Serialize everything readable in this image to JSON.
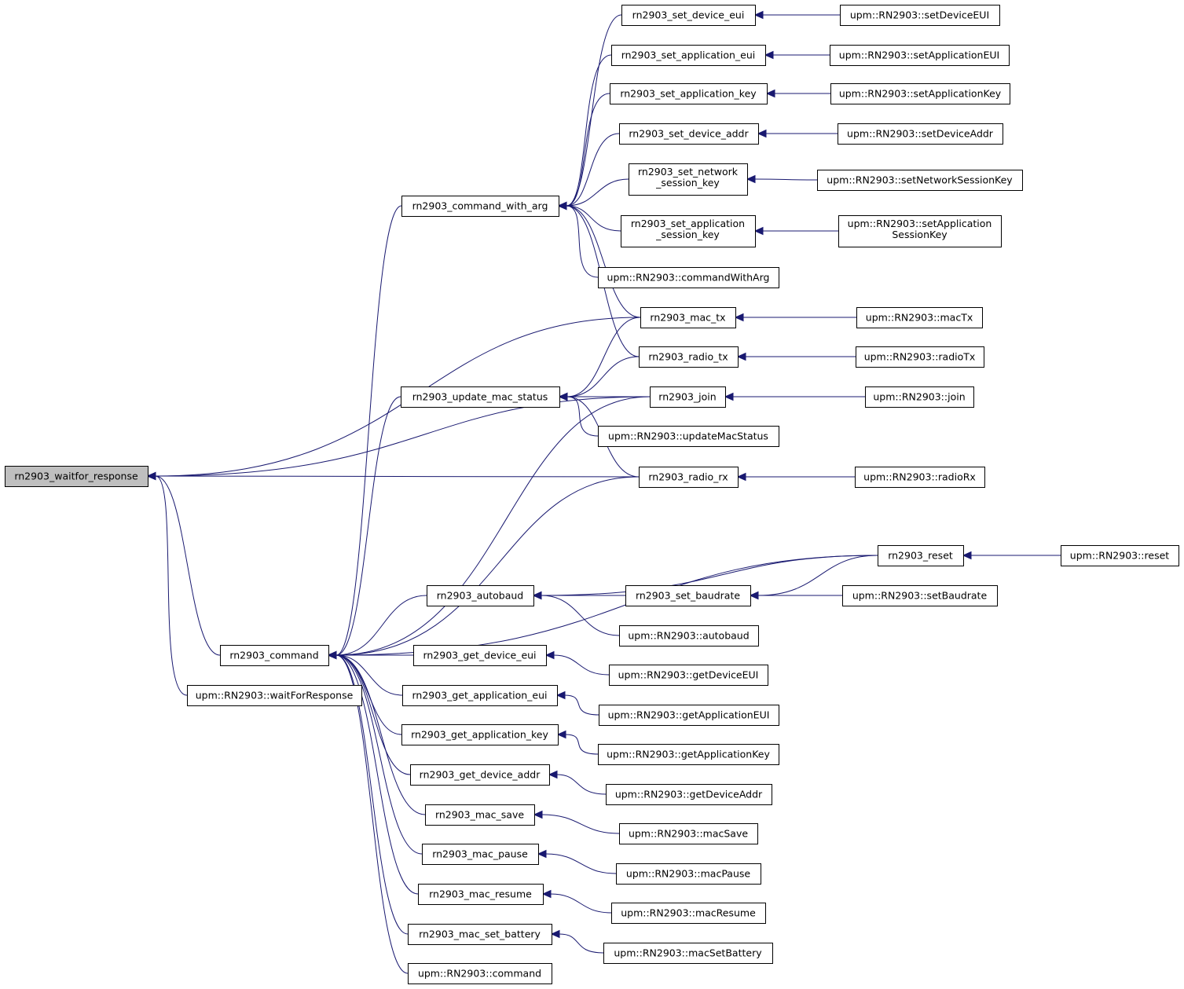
{
  "colors": {
    "edge": "#191970",
    "node_fill": "#ffffff",
    "root_fill": "#bfbfbf",
    "border": "#000000"
  },
  "nodes": {
    "waitfor_response": {
      "label": "rn2903_waitfor_response",
      "root": true
    },
    "command": {
      "label": "rn2903_command"
    },
    "upm_waitForResponse": {
      "label": "upm::RN2903::waitForResponse"
    },
    "command_with_arg": {
      "label": "rn2903_command_with_arg"
    },
    "update_mac_status": {
      "label": "rn2903_update_mac_status"
    },
    "autobaud": {
      "label": "rn2903_autobaud"
    },
    "set_device_eui": {
      "label": "rn2903_set_device_eui"
    },
    "set_application_eui": {
      "label": "rn2903_set_application_eui"
    },
    "set_application_key": {
      "label": "rn2903_set_application_key"
    },
    "set_device_addr": {
      "label": "rn2903_set_device_addr"
    },
    "set_network_session_key": {
      "label": "rn2903_set_network",
      "label2": "_session_key"
    },
    "set_application_session_key": {
      "label": "rn2903_set_application",
      "label2": "_session_key"
    },
    "upm_commandWithArg": {
      "label": "upm::RN2903::commandWithArg"
    },
    "mac_tx": {
      "label": "rn2903_mac_tx"
    },
    "radio_tx": {
      "label": "rn2903_radio_tx"
    },
    "join": {
      "label": "rn2903_join"
    },
    "upm_updateMacStatus": {
      "label": "upm::RN2903::updateMacStatus"
    },
    "radio_rx": {
      "label": "rn2903_radio_rx"
    },
    "set_baudrate": {
      "label": "rn2903_set_baudrate"
    },
    "upm_autobaud": {
      "label": "upm::RN2903::autobaud"
    },
    "get_device_eui": {
      "label": "rn2903_get_device_eui"
    },
    "get_application_eui": {
      "label": "rn2903_get_application_eui"
    },
    "get_application_key": {
      "label": "rn2903_get_application_key"
    },
    "get_device_addr": {
      "label": "rn2903_get_device_addr"
    },
    "mac_save": {
      "label": "rn2903_mac_save"
    },
    "mac_pause": {
      "label": "rn2903_mac_pause"
    },
    "mac_resume": {
      "label": "rn2903_mac_resume"
    },
    "mac_set_battery": {
      "label": "rn2903_mac_set_battery"
    },
    "upm_command": {
      "label": "upm::RN2903::command"
    },
    "reset": {
      "label": "rn2903_reset"
    },
    "upm_setDeviceEUI": {
      "label": "upm::RN2903::setDeviceEUI"
    },
    "upm_setApplicationEUI": {
      "label": "upm::RN2903::setApplicationEUI"
    },
    "upm_setApplicationKey": {
      "label": "upm::RN2903::setApplicationKey"
    },
    "upm_setDeviceAddr": {
      "label": "upm::RN2903::setDeviceAddr"
    },
    "upm_setNetworkSessionKey": {
      "label": "upm::RN2903::setNetworkSessionKey"
    },
    "upm_setApplicationSessionKey": {
      "label": "upm::RN2903::setApplication",
      "label2": "SessionKey"
    },
    "upm_macTx": {
      "label": "upm::RN2903::macTx"
    },
    "upm_radioTx": {
      "label": "upm::RN2903::radioTx"
    },
    "upm_join": {
      "label": "upm::RN2903::join"
    },
    "upm_radioRx": {
      "label": "upm::RN2903::radioRx"
    },
    "upm_reset": {
      "label": "upm::RN2903::reset"
    },
    "upm_setBaudrate": {
      "label": "upm::RN2903::setBaudrate"
    },
    "upm_getDeviceEUI": {
      "label": "upm::RN2903::getDeviceEUI"
    },
    "upm_getApplicationEUI": {
      "label": "upm::RN2903::getApplicationEUI"
    },
    "upm_getApplicationKey": {
      "label": "upm::RN2903::getApplicationKey"
    },
    "upm_getDeviceAddr": {
      "label": "upm::RN2903::getDeviceAddr"
    },
    "upm_macSave": {
      "label": "upm::RN2903::macSave"
    },
    "upm_macPause": {
      "label": "upm::RN2903::macPause"
    },
    "upm_macResume": {
      "label": "upm::RN2903::macResume"
    },
    "upm_macSetBattery": {
      "label": "upm::RN2903::macSetBattery"
    }
  },
  "edges": [
    [
      "command",
      "waitfor_response"
    ],
    [
      "upm_waitForResponse",
      "waitfor_response"
    ],
    [
      "mac_tx",
      "waitfor_response"
    ],
    [
      "join",
      "waitfor_response"
    ],
    [
      "radio_rx",
      "waitfor_response"
    ],
    [
      "command_with_arg",
      "command"
    ],
    [
      "update_mac_status",
      "command"
    ],
    [
      "autobaud",
      "command"
    ],
    [
      "get_device_eui",
      "command"
    ],
    [
      "get_application_eui",
      "command"
    ],
    [
      "get_application_key",
      "command"
    ],
    [
      "get_device_addr",
      "command"
    ],
    [
      "mac_save",
      "command"
    ],
    [
      "mac_pause",
      "command"
    ],
    [
      "mac_resume",
      "command"
    ],
    [
      "mac_set_battery",
      "command"
    ],
    [
      "upm_command",
      "command"
    ],
    [
      "join",
      "command"
    ],
    [
      "radio_rx",
      "command"
    ],
    [
      "reset",
      "command"
    ],
    [
      "set_device_eui",
      "command_with_arg"
    ],
    [
      "set_application_eui",
      "command_with_arg"
    ],
    [
      "set_application_key",
      "command_with_arg"
    ],
    [
      "set_device_addr",
      "command_with_arg"
    ],
    [
      "set_network_session_key",
      "command_with_arg"
    ],
    [
      "set_application_session_key",
      "command_with_arg"
    ],
    [
      "upm_commandWithArg",
      "command_with_arg"
    ],
    [
      "mac_tx",
      "command_with_arg"
    ],
    [
      "radio_tx",
      "command_with_arg"
    ],
    [
      "mac_tx",
      "update_mac_status"
    ],
    [
      "radio_tx",
      "update_mac_status"
    ],
    [
      "join",
      "update_mac_status"
    ],
    [
      "upm_updateMacStatus",
      "update_mac_status"
    ],
    [
      "radio_rx",
      "update_mac_status"
    ],
    [
      "reset",
      "autobaud"
    ],
    [
      "set_baudrate",
      "autobaud"
    ],
    [
      "upm_autobaud",
      "autobaud"
    ],
    [
      "reset",
      "set_baudrate"
    ],
    [
      "upm_setDeviceEUI",
      "set_device_eui"
    ],
    [
      "upm_setApplicationEUI",
      "set_application_eui"
    ],
    [
      "upm_setApplicationKey",
      "set_application_key"
    ],
    [
      "upm_setDeviceAddr",
      "set_device_addr"
    ],
    [
      "upm_setNetworkSessionKey",
      "set_network_session_key"
    ],
    [
      "upm_setApplicationSessionKey",
      "set_application_session_key"
    ],
    [
      "upm_macTx",
      "mac_tx"
    ],
    [
      "upm_radioTx",
      "radio_tx"
    ],
    [
      "upm_join",
      "join"
    ],
    [
      "upm_radioRx",
      "radio_rx"
    ],
    [
      "upm_reset",
      "reset"
    ],
    [
      "upm_setBaudrate",
      "set_baudrate"
    ],
    [
      "upm_getDeviceEUI",
      "get_device_eui"
    ],
    [
      "upm_getApplicationEUI",
      "get_application_eui"
    ],
    [
      "upm_getApplicationKey",
      "get_application_key"
    ],
    [
      "upm_getDeviceAddr",
      "get_device_addr"
    ],
    [
      "upm_macSave",
      "mac_save"
    ],
    [
      "upm_macPause",
      "mac_pause"
    ],
    [
      "upm_macResume",
      "mac_resume"
    ],
    [
      "upm_macSetBattery",
      "mac_set_battery"
    ]
  ]
}
